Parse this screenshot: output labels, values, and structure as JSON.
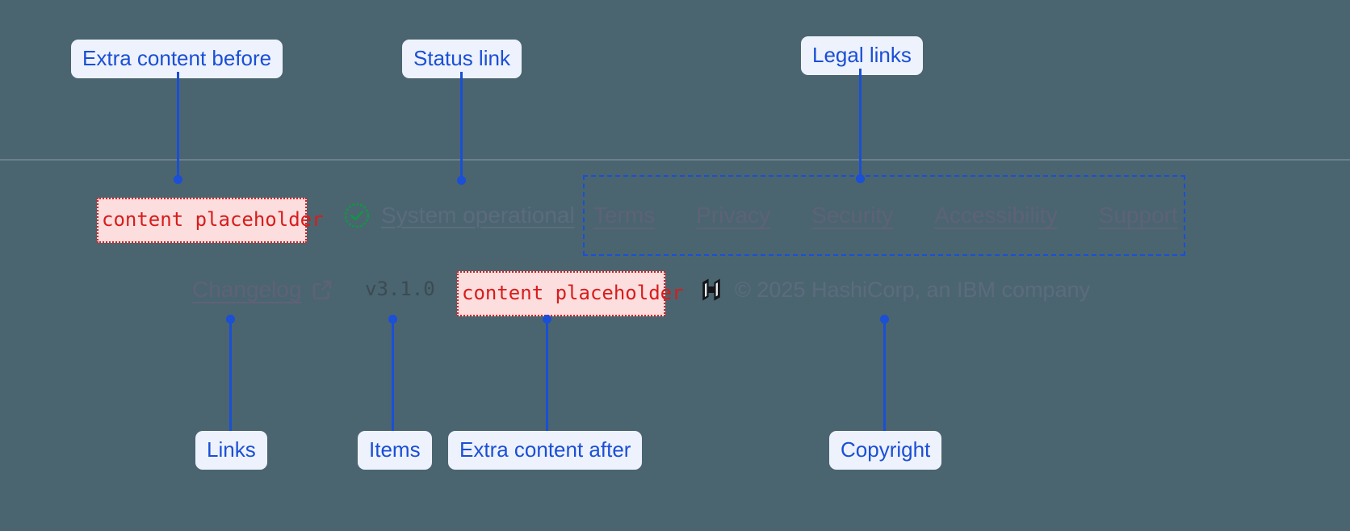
{
  "theme": {
    "page_bg": "#4a6570",
    "divider": "#6b7f8c",
    "callout_bg": "#eef2fc",
    "callout_text": "#1a4fd6",
    "connector": "#1a4fd6",
    "placeholder_bg": "#fcdede",
    "placeholder_border": "#e01b1b",
    "placeholder_text": "#d81c1c",
    "muted_link": "#5e6277",
    "status_ok": "#159348",
    "logo": "#14161a"
  },
  "annotations": {
    "extra_before": {
      "label": "Extra content before"
    },
    "status_link": {
      "label": "Status link"
    },
    "legal_links": {
      "label": "Legal links"
    },
    "links": {
      "label": "Links"
    },
    "items": {
      "label": "Items"
    },
    "extra_after": {
      "label": "Extra content after"
    },
    "copyright": {
      "label": "Copyright"
    }
  },
  "footer": {
    "extra_before_slot": {
      "text": "content placeholder",
      "icon": "placeholder-box"
    },
    "extra_after_slot": {
      "text": "content placeholder",
      "icon": "placeholder-box"
    },
    "status": {
      "label": "System operational",
      "icon": "check-circle-icon",
      "state": "operational"
    },
    "legal": [
      {
        "label": "Terms"
      },
      {
        "label": "Privacy"
      },
      {
        "label": "Security"
      },
      {
        "label": "Accessibility"
      },
      {
        "label": "Support"
      }
    ],
    "changelog": {
      "label": "Changelog",
      "icon": "external-link-icon"
    },
    "version": {
      "value": "v3.1.0"
    },
    "copyright": {
      "logo": "hashicorp-logo",
      "text": "© 2025 HashiCorp, an IBM company"
    }
  }
}
